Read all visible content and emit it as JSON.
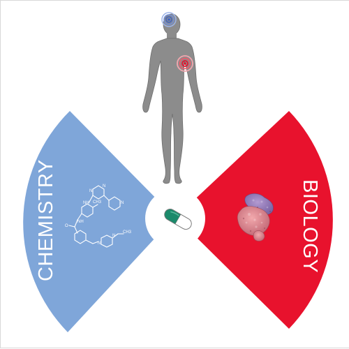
{
  "left_wedge": {
    "label": "CHEMISTRY",
    "color": "#7fa6d9",
    "icon": "molecule-structure-icon",
    "atoms": [
      "N",
      "N",
      "NH",
      "N",
      "O",
      "NH",
      "N",
      "N",
      "CH3",
      "CH3"
    ]
  },
  "right_wedge": {
    "label": "BIOLOGY",
    "color": "#e8122d",
    "icon": "protein-structure-icon"
  },
  "center": {
    "icon": "capsule-icon",
    "capsule_colors": [
      "#1b8a6b",
      "#ffffff"
    ]
  },
  "figure": {
    "icon": "human-body-icon",
    "body_color": "#8c8c8c",
    "markers": [
      {
        "name": "head-signal-icon",
        "color": "#3a62c8"
      },
      {
        "name": "chest-signal-icon",
        "color": "#e8122d"
      }
    ]
  }
}
